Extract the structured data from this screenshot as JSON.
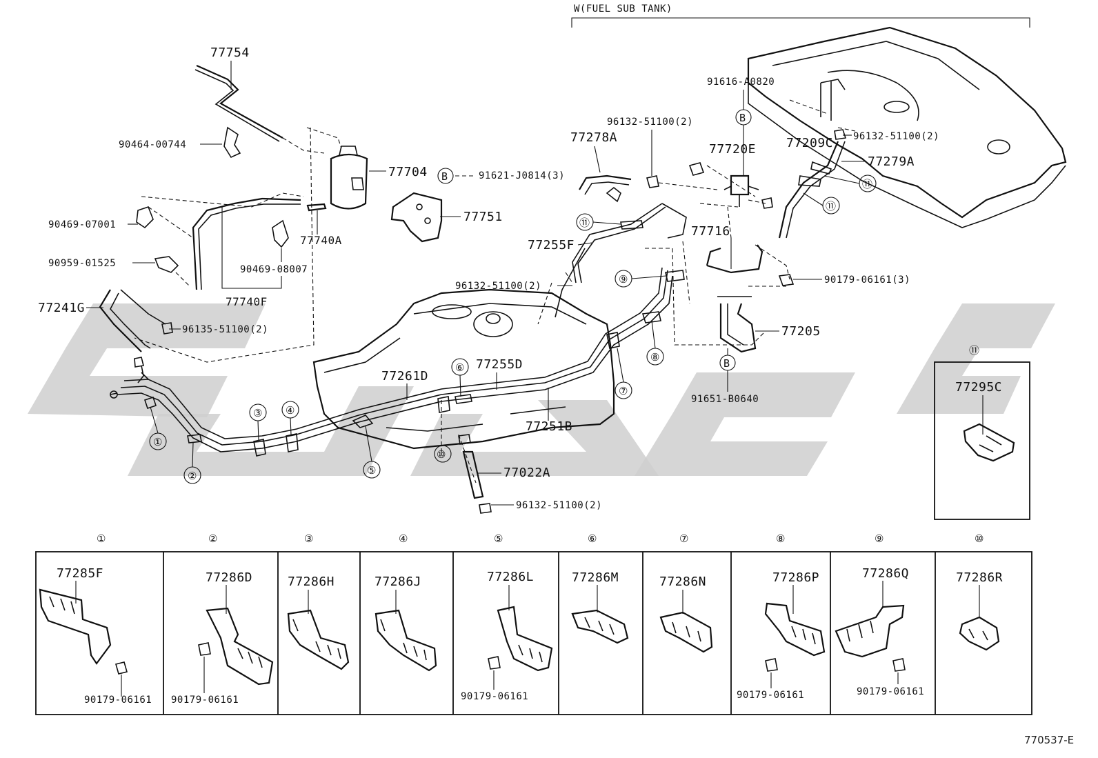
{
  "header": {
    "subtank_label": "W(FUEL SUB TANK)"
  },
  "callouts": {
    "p77754": "77754",
    "p90464": "90464-00744",
    "p77704": "77704",
    "p91621": "91621-J0814(3)",
    "p77751": "77751",
    "p90469a": "90469-07001",
    "p77740a": "77740A",
    "p90959": "90959-01525",
    "p90469b": "90469-08007",
    "p77740f": "77740F",
    "p77241g": "77241G",
    "p96135": "96135-51100(2)",
    "p77278a": "77278A",
    "p96132a": "96132-51100(2)",
    "p91616": "91616-A0820",
    "p77720e": "77720E",
    "p77209c": "77209C",
    "p96132b": "96132-51100(2)",
    "p77279a": "77279A",
    "p77255f": "77255F",
    "p77716": "77716",
    "p90179a": "90179-06161(3)",
    "p96132c": "96132-51100(2)",
    "p77205": "77205",
    "p91651": "91651-B0640",
    "p77261d": "77261D",
    "p77255d": "77255D",
    "p77251b": "77251B",
    "p77022a": "77022A",
    "p96132d": "96132-51100(2)"
  },
  "markers": {
    "b": "B",
    "n1": "①",
    "n2": "②",
    "n3": "③",
    "n4": "④",
    "n5": "⑤",
    "n6": "⑥",
    "n7": "⑦",
    "n8": "⑧",
    "n9": "⑨",
    "n10": "⑩",
    "n11": "⑪"
  },
  "inset_box": {
    "number": "⑪",
    "part": "77295C"
  },
  "clamps": [
    {
      "number": "①",
      "part": "77285F",
      "bolt": "90179-06161"
    },
    {
      "number": "②",
      "part": "77286D",
      "bolt": "90179-06161"
    },
    {
      "number": "③",
      "part": "77286H",
      "bolt": ""
    },
    {
      "number": "④",
      "part": "77286J",
      "bolt": ""
    },
    {
      "number": "⑤",
      "part": "77286L",
      "bolt": "90179-06161"
    },
    {
      "number": "⑥",
      "part": "77286M",
      "bolt": ""
    },
    {
      "number": "⑦",
      "part": "77286N",
      "bolt": ""
    },
    {
      "number": "⑧",
      "part": "77286P",
      "bolt": "90179-06161"
    },
    {
      "number": "⑨",
      "part": "77286Q",
      "bolt": "90179-06161"
    },
    {
      "number": "⑩",
      "part": "77286R",
      "bolt": ""
    }
  ],
  "figure_ref": "770537-E"
}
